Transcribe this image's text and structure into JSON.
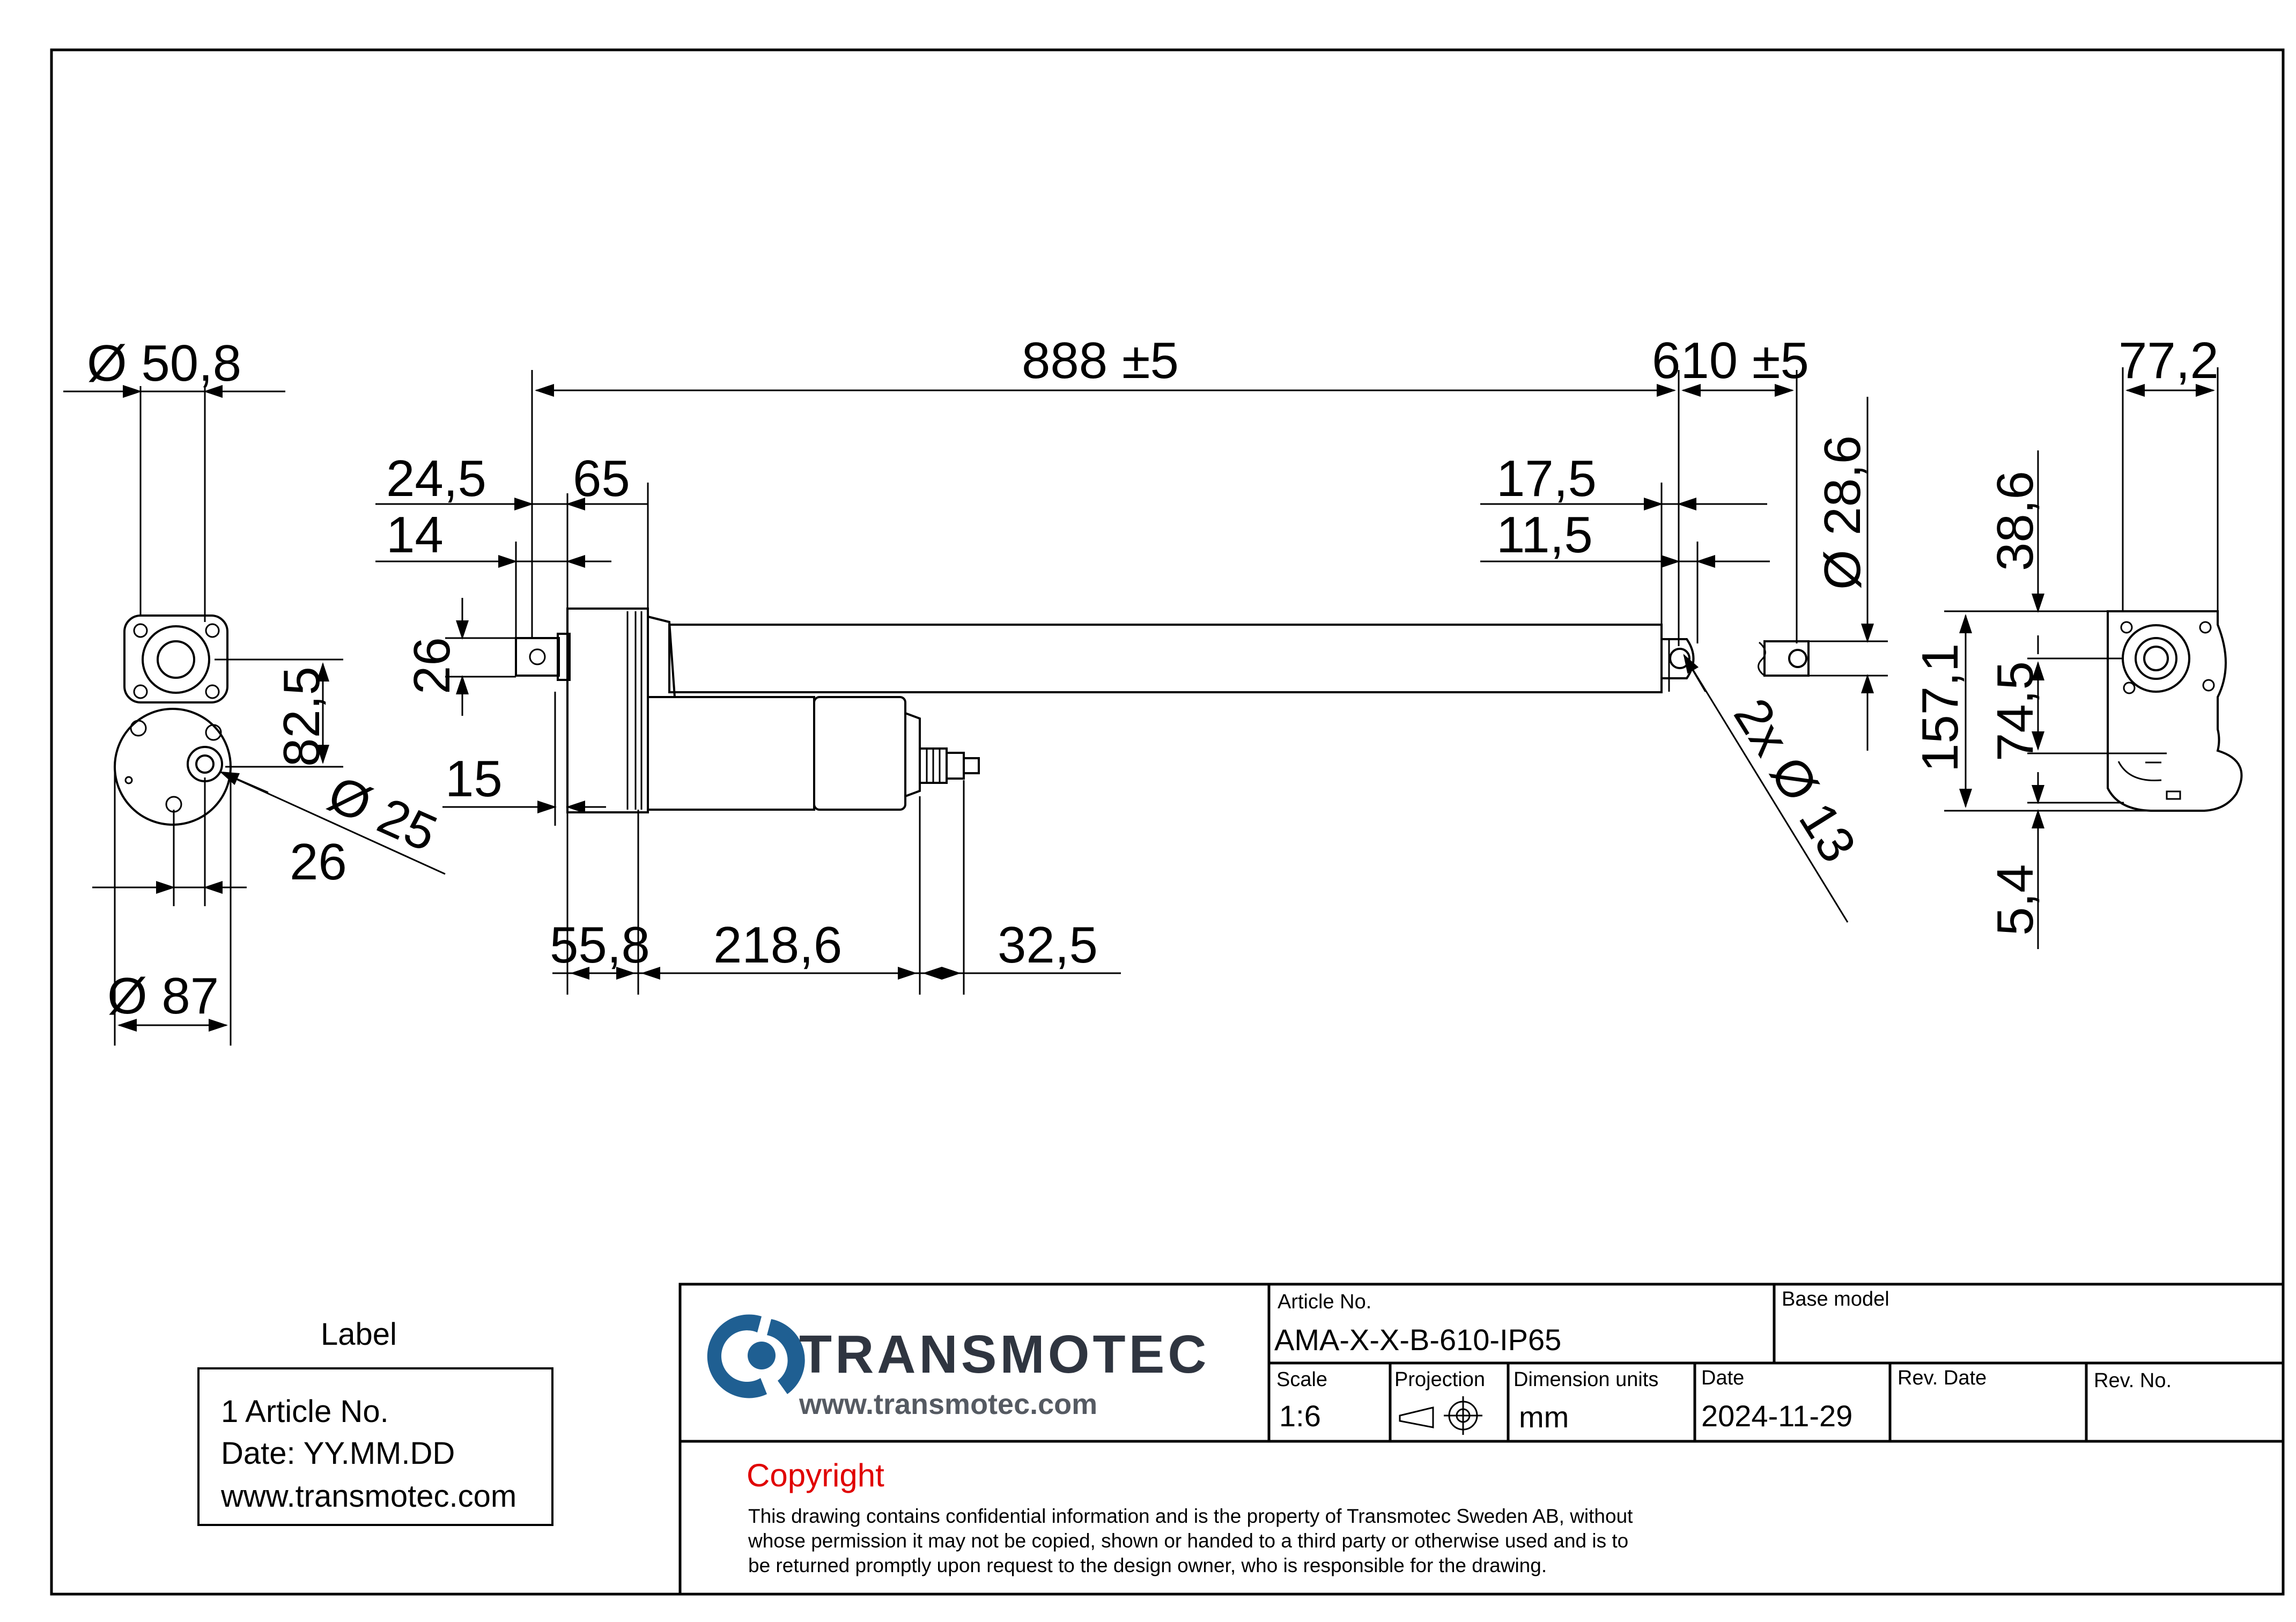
{
  "colors": {
    "copyright": "#e00000",
    "logo_primary": "#1f5f92",
    "logo_secondary": "#2f3540"
  },
  "dimensions": {
    "left_view": {
      "d_top": "Ø 50,8",
      "v_offset": "82,5",
      "d_bottom": "Ø 87",
      "d_hole": "Ø 25",
      "h_offset": "26"
    },
    "side_view": {
      "total_length": "888 ±5",
      "stroke": "610 ±5",
      "d_24_5": "24,5",
      "d_65": "65",
      "d_14": "14",
      "d_26": "26",
      "d_15": "15",
      "d_55_8": "55,8",
      "d_218_6": "218,6",
      "d_32_5": "32,5",
      "d_17_5": "17,5",
      "d_11_5": "11,5",
      "d_28_6": "Ø 28,6",
      "holes": "2x Ø 13"
    },
    "right_view": {
      "width": "77,2",
      "d_38_6": "38,6",
      "height": "157,1",
      "d_74_5": "74,5",
      "d_5_4": "5,4"
    }
  },
  "label_block": {
    "title": "Label",
    "line1": "1 Article No.",
    "line2": "Date: YY.MM.DD",
    "line3": "www.transmotec.com"
  },
  "title_block": {
    "logo_icon": "transmotec-logo-icon",
    "brand": "TRANSMOTEC",
    "website": "www.transmotec.com",
    "article_no_label": "Article No.",
    "article_no": "AMA-X-X-B-610-IP65",
    "base_model_label": "Base model",
    "base_model": "",
    "scale_label": "Scale",
    "scale": "1:6",
    "projection_label": "Projection",
    "projection_icon": "first-angle-projection-icon",
    "dim_units_label": "Dimension units",
    "dim_units": "mm",
    "date_label": "Date",
    "date": "2024-11-29",
    "rev_date_label": "Rev. Date",
    "rev_date": "",
    "rev_no_label": "Rev. No.",
    "rev_no": "",
    "copyright_title": "Copyright",
    "copyright_lines": [
      "This drawing contains confidential information and is the property of Transmotec Sweden AB, without",
      "whose permission it may not be copied, shown or handed to a third party or otherwise used and is to",
      "be returned promptly upon request to the design owner, who is responsible for the drawing."
    ]
  }
}
